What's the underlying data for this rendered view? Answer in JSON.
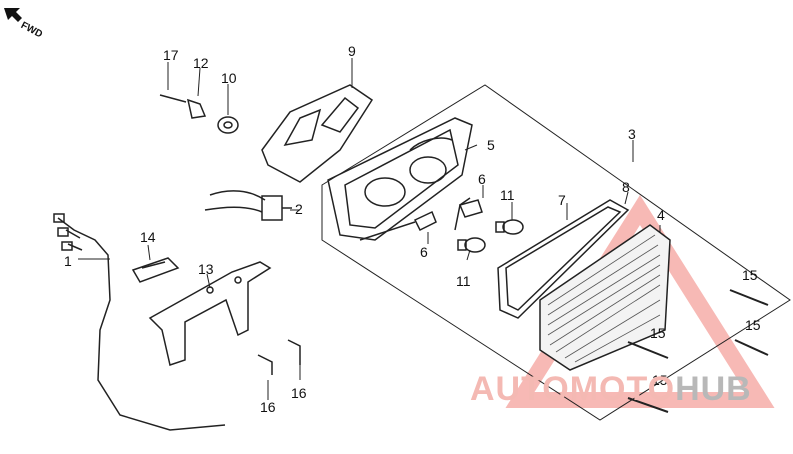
{
  "direction": {
    "label": "FWD",
    "icon": "arrow-icon"
  },
  "callouts": {
    "c1": "1",
    "c2": "2",
    "c3": "3",
    "c4": "4",
    "c5": "5",
    "c6a": "6",
    "c6b": "6",
    "c7": "7",
    "c8": "8",
    "c9": "9",
    "c10": "10",
    "c11a": "11",
    "c11b": "11",
    "c12": "12",
    "c13": "13",
    "c14": "14",
    "c15a": "15",
    "c15b": "15",
    "c15c": "15",
    "c15d": "15",
    "c16a": "16",
    "c16b": "16",
    "c17": "17"
  },
  "watermark": {
    "part1": "AUTOMOTO",
    "part2": "HUB",
    "color1": "#f4b9b3",
    "color2": "#b8b8b8"
  }
}
